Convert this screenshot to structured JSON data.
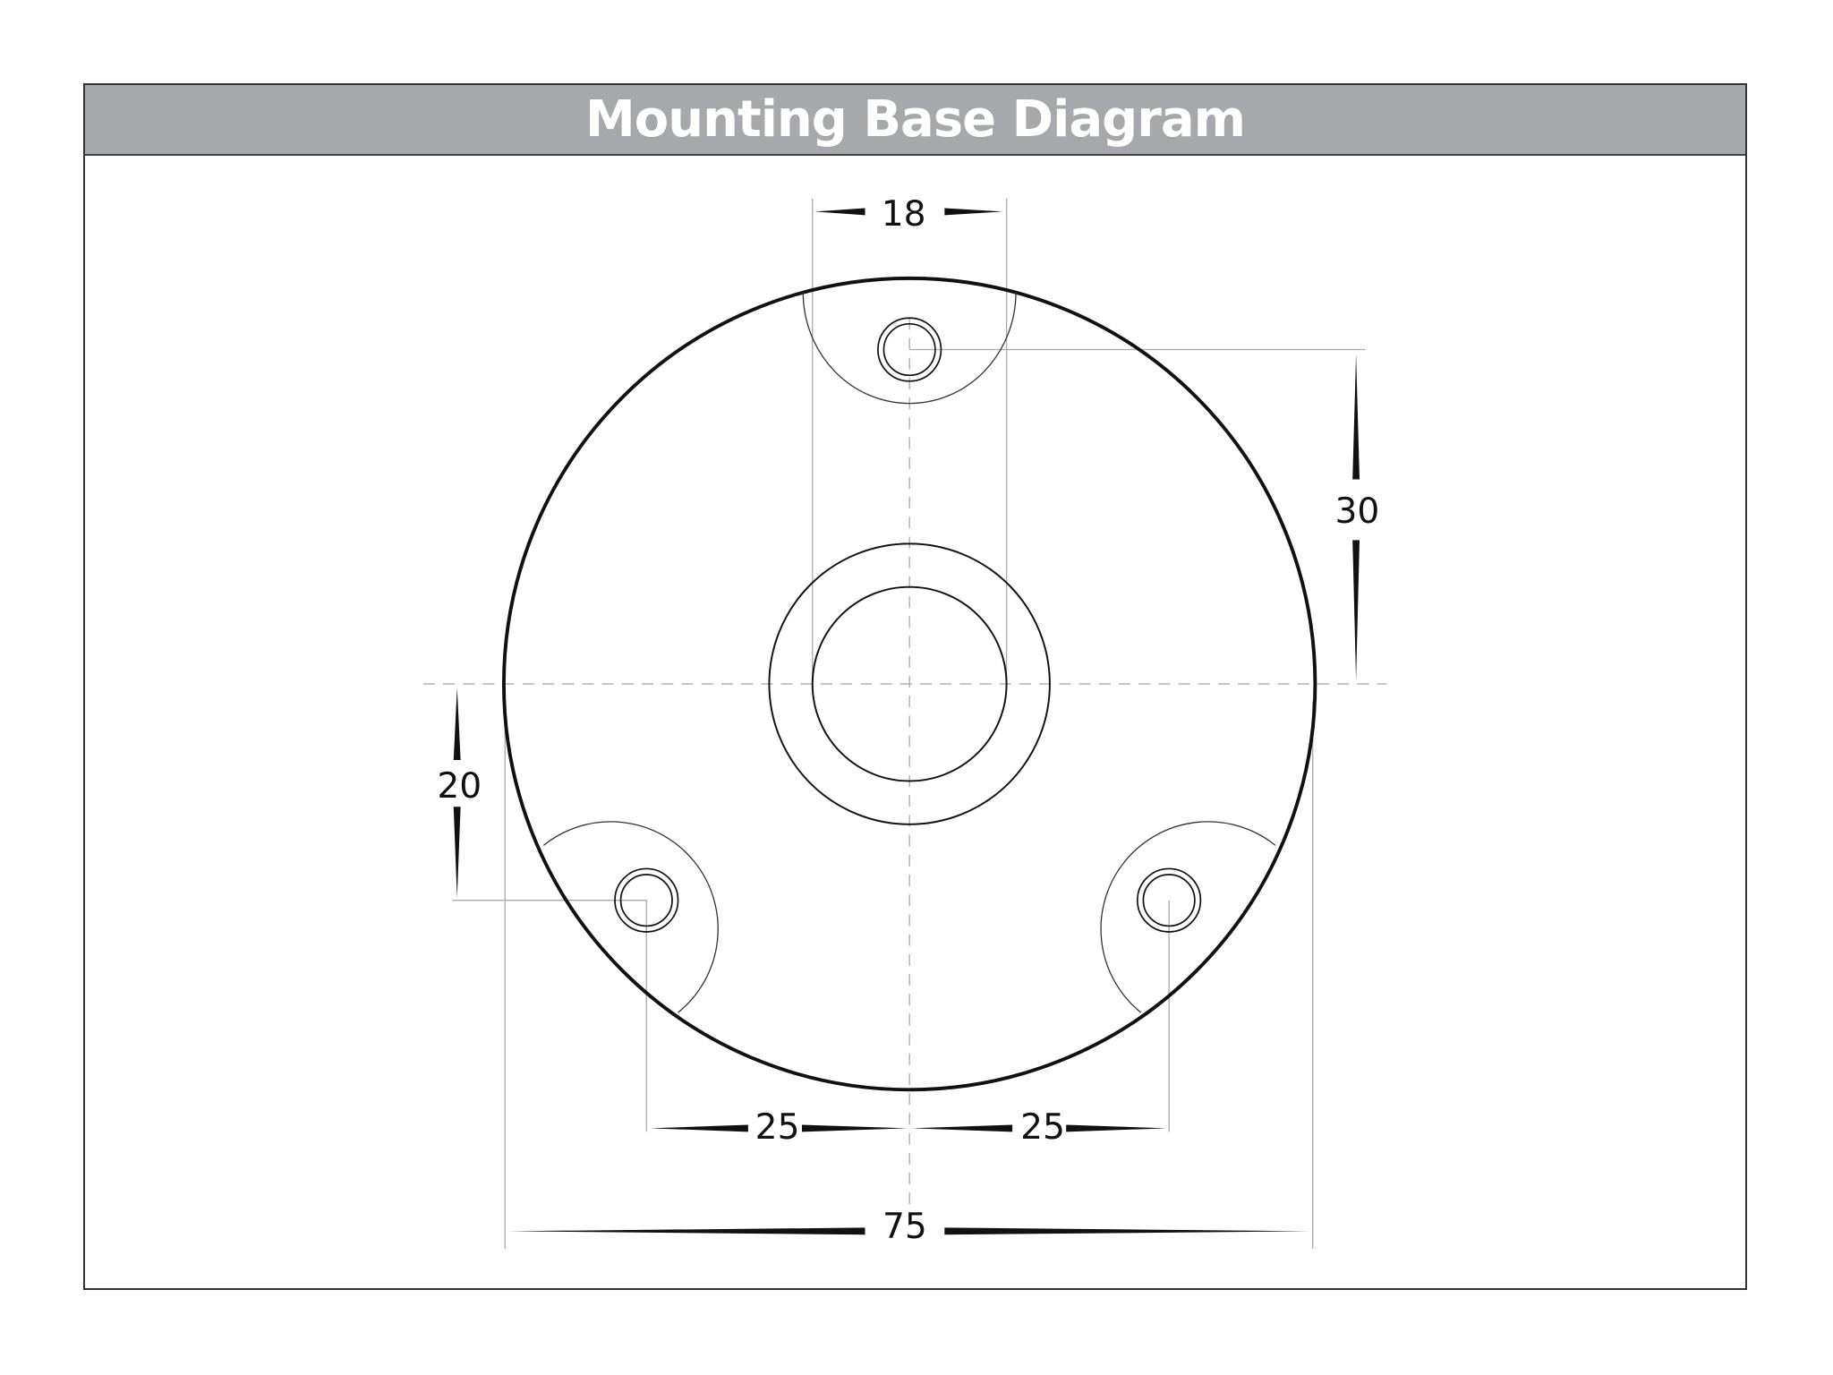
{
  "title": "Mounting Base Diagram",
  "dimensions": {
    "top_hole_boss_width": "18",
    "top_hole_offset": "30",
    "bottom_hole_offset": "20",
    "left_hole_spacing": "25",
    "right_hole_spacing": "25",
    "overall_diameter": "75"
  }
}
